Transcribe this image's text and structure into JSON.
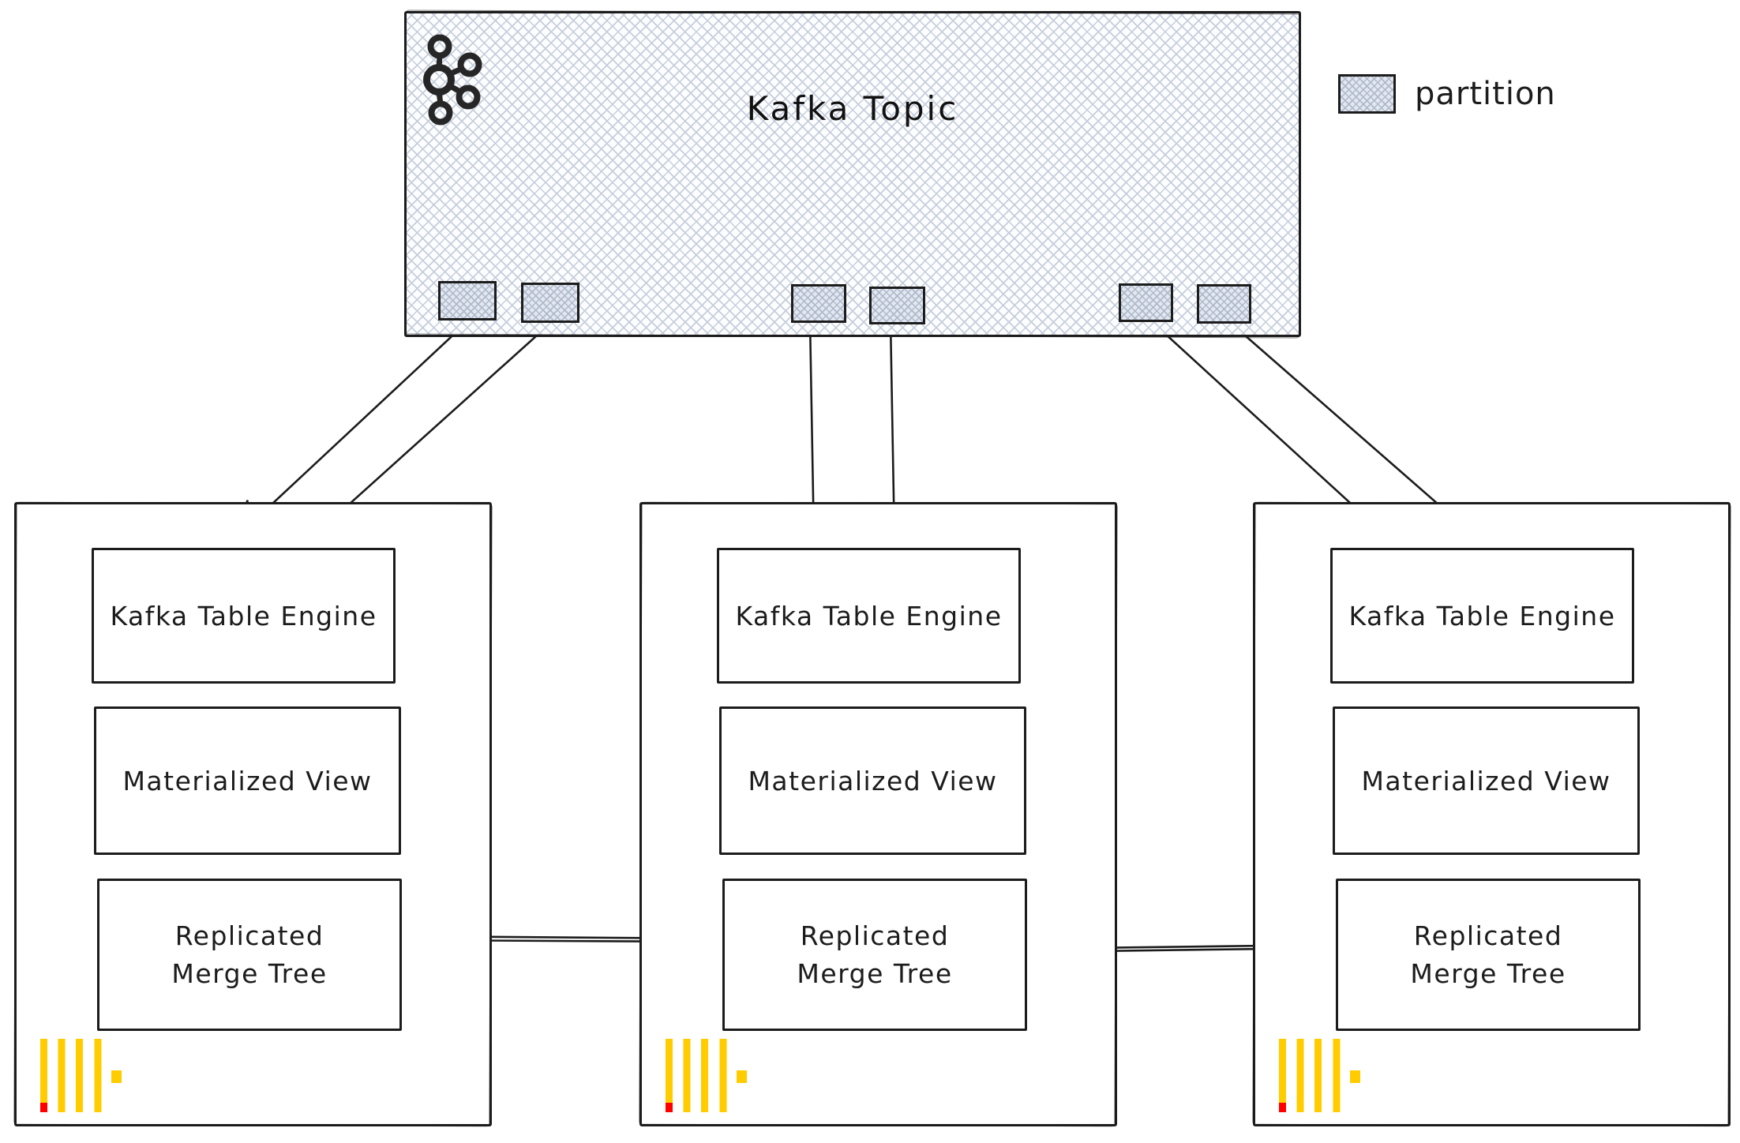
{
  "topic": {
    "title": "Kafka Topic",
    "partition_count": 6
  },
  "legend": {
    "label": "partition",
    "swatch": "crosshatch-box"
  },
  "nodes": [
    {
      "kafka_table_engine": "Kafka Table Engine",
      "materialized_view": "Materialized View",
      "rmt_line1": "Replicated",
      "rmt_line2": "Merge Tree"
    },
    {
      "kafka_table_engine": "Kafka Table Engine",
      "materialized_view": "Materialized View",
      "rmt_line1": "Replicated",
      "rmt_line2": "Merge Tree"
    },
    {
      "kafka_table_engine": "Kafka Table Engine",
      "materialized_view": "Materialized View",
      "rmt_line1": "Replicated",
      "rmt_line2": "Merge Tree"
    }
  ],
  "icons": {
    "kafka_logo": "apache-kafka-logo",
    "clickhouse_logo": "clickhouse-logo"
  },
  "colors": {
    "ink": "#1c1c1c",
    "hatch_line": "#c6cedb",
    "partition_fill": "#e3e8f0",
    "clickhouse_yellow": "#ffcc00",
    "clickhouse_red": "#fe0000"
  }
}
